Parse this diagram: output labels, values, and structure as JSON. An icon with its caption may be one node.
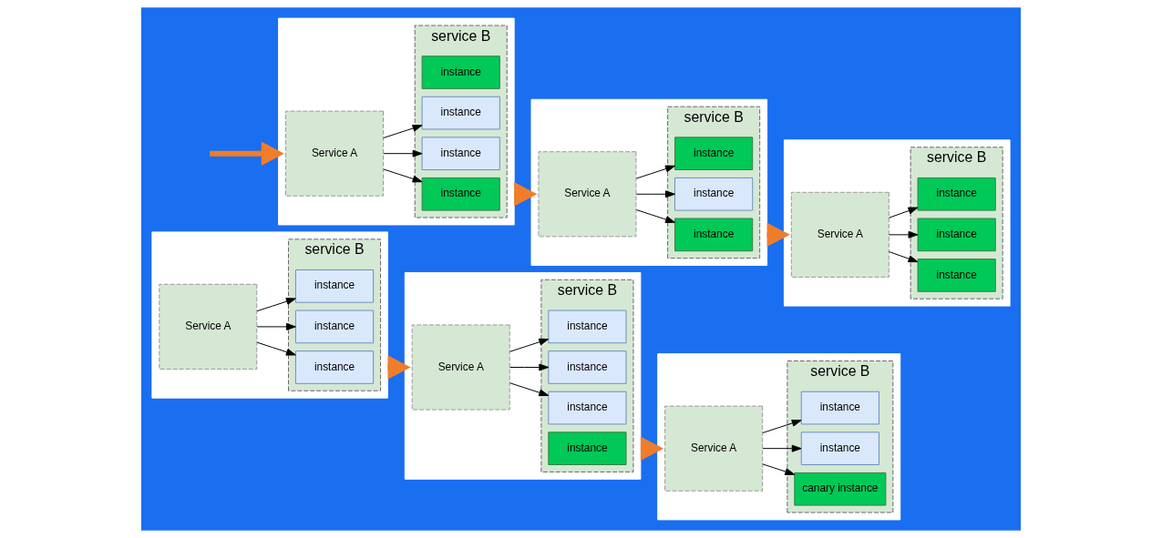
{
  "diagram": {
    "nodes": [
      {
        "text": [],
        "shape": "box"
      },
      {
        "text": [
          "Service A"
        ],
        "in": 0
      },
      {
        "text": [
          "service B"
        ],
        "in": 0
      },
      {
        "text": [
          "instance"
        ],
        "in": 2
      },
      {
        "text": [
          "instance"
        ],
        "in": 2
      },
      {
        "text": [
          "instance"
        ],
        "in": 2
      },
      {
        "text": [],
        "shape": "box"
      },
      {
        "text": [
          "Service A"
        ],
        "in": 6
      },
      {
        "text": [
          "service B"
        ],
        "in": 6
      },
      {
        "text": [
          "instance"
        ],
        "in": 8
      },
      {
        "text": [
          "instance"
        ],
        "in": 8
      },
      {
        "text": [
          "instance"
        ],
        "in": 8
      },
      {
        "text": [
          "instance"
        ],
        "in": 8
      },
      {
        "text": [],
        "shape": "box"
      },
      {
        "text": [
          "Service A"
        ],
        "in": 13
      },
      {
        "text": [
          "service B"
        ],
        "in": 13
      },
      {
        "text": [
          "instance"
        ],
        "in": 15
      },
      {
        "text": [
          "instance"
        ],
        "in": 15
      },
      {
        "text": [
          "canary instance"
        ],
        "in": 15
      },
      {
        "text": [],
        "shape": "box"
      },
      {
        "text": [
          "Service A"
        ],
        "in": 19
      },
      {
        "text": [
          "service B"
        ],
        "in": 19
      },
      {
        "text": [
          "instance"
        ],
        "in": 21
      },
      {
        "text": [
          "instance"
        ],
        "in": 21
      },
      {
        "text": [
          "instance"
        ],
        "in": 21
      },
      {
        "text": [
          "instance"
        ],
        "in": 21
      },
      {
        "text": [],
        "shape": "box"
      },
      {
        "text": [
          "Service A"
        ],
        "in": 26
      },
      {
        "text": [
          "service B"
        ],
        "in": 26
      },
      {
        "text": [
          "instance"
        ],
        "in": 28
      },
      {
        "text": [
          "instance"
        ],
        "in": 28
      },
      {
        "text": [
          "instance"
        ],
        "in": 28
      },
      {
        "text": [],
        "shape": "box"
      },
      {
        "text": [
          "Service A"
        ],
        "in": 32
      },
      {
        "text": [
          "service B"
        ],
        "in": 32
      },
      {
        "text": [
          "instance"
        ],
        "in": 34
      },
      {
        "text": [
          "instance"
        ],
        "in": 34
      },
      {
        "text": [
          "instance"
        ],
        "in": 34
      }
    ],
    "edges": [
      {
        "from": 1,
        "to": 3,
        "arrow": "to"
      },
      {
        "from": 1,
        "to": 4,
        "arrow": "to"
      },
      {
        "from": 1,
        "to": 5,
        "arrow": "to"
      },
      {
        "from": 0,
        "to": 6,
        "arrow": "to",
        "style": "thick",
        "color": "#f07d2a"
      },
      {
        "from": 7,
        "to": 9,
        "arrow": "to"
      },
      {
        "from": 7,
        "to": 10,
        "arrow": "to"
      },
      {
        "from": 7,
        "to": 11,
        "arrow": "to"
      },
      {
        "from": 6,
        "to": 13,
        "arrow": "to",
        "style": "thick",
        "color": "#f07d2a"
      },
      {
        "from": 14,
        "to": 16,
        "arrow": "to"
      },
      {
        "from": 14,
        "to": 17,
        "arrow": "to"
      },
      {
        "from": 14,
        "to": 18,
        "arrow": "to"
      },
      {
        "from": null,
        "to": 19,
        "arrow": "to",
        "style": "thick",
        "color": "#f07d2a"
      },
      {
        "from": 20,
        "to": 23,
        "arrow": "to"
      },
      {
        "from": 20,
        "to": 24,
        "arrow": "to"
      },
      {
        "from": 20,
        "to": 25,
        "arrow": "to"
      },
      {
        "from": 19,
        "to": 26,
        "arrow": "to",
        "style": "thick",
        "color": "#f07d2a"
      },
      {
        "from": 27,
        "to": 29,
        "arrow": "to"
      },
      {
        "from": 27,
        "to": 30,
        "arrow": "to"
      },
      {
        "from": 27,
        "to": 31,
        "arrow": "to"
      },
      {
        "from": 26,
        "to": 32,
        "arrow": "to",
        "style": "thick",
        "color": "#f07d2a"
      },
      {
        "from": 33,
        "to": 35,
        "arrow": "to"
      },
      {
        "from": 33,
        "to": 36,
        "arrow": "to"
      },
      {
        "from": 33,
        "to": 37,
        "arrow": "to"
      }
    ]
  }
}
